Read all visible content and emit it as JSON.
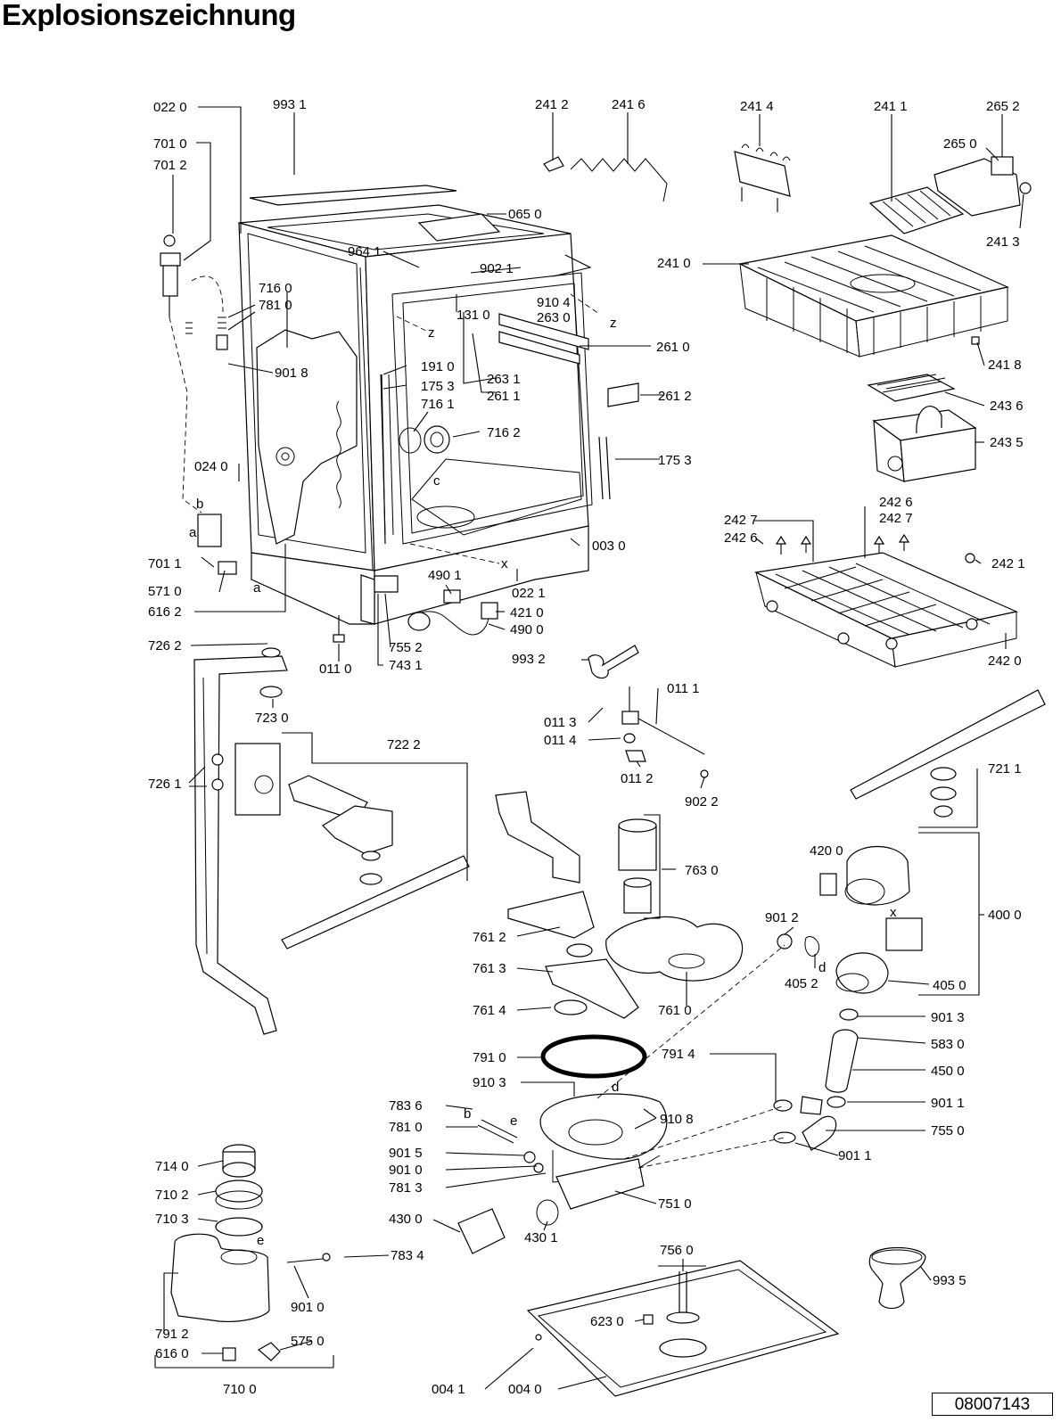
{
  "title": "Explosionszeichnung",
  "document_number": "08007143",
  "callouts": [
    {
      "id": "c1",
      "text": "022 0"
    },
    {
      "id": "c2",
      "text": "993 1"
    },
    {
      "id": "c3",
      "text": "701 0"
    },
    {
      "id": "c4",
      "text": "701 2"
    },
    {
      "id": "c5",
      "text": "065 0"
    },
    {
      "id": "c6",
      "text": "964 1"
    },
    {
      "id": "c7",
      "text": "902 1"
    },
    {
      "id": "c8",
      "text": "910 4"
    },
    {
      "id": "c9",
      "text": "716 0"
    },
    {
      "id": "c10",
      "text": "781 0"
    },
    {
      "id": "c11",
      "text": "131 0"
    },
    {
      "id": "c12",
      "text": "263 0"
    },
    {
      "id": "c13",
      "text": "901 8"
    },
    {
      "id": "c14",
      "text": "191 0"
    },
    {
      "id": "c15",
      "text": "175 3"
    },
    {
      "id": "c16",
      "text": "263 1"
    },
    {
      "id": "c17",
      "text": "261 1"
    },
    {
      "id": "c18",
      "text": "716 1"
    },
    {
      "id": "c19",
      "text": "716 2"
    },
    {
      "id": "c20",
      "text": "024 0"
    },
    {
      "id": "c21",
      "text": "b"
    },
    {
      "id": "c22",
      "text": "a"
    },
    {
      "id": "c23",
      "text": "c"
    },
    {
      "id": "c24",
      "text": "701 1"
    },
    {
      "id": "c25",
      "text": "571 0"
    },
    {
      "id": "c26",
      "text": "616 2"
    },
    {
      "id": "c27",
      "text": "490 1"
    },
    {
      "id": "c28",
      "text": "022 1"
    },
    {
      "id": "c29",
      "text": "421 0"
    },
    {
      "id": "c30",
      "text": "490 0"
    },
    {
      "id": "c31",
      "text": "755 2"
    },
    {
      "id": "c32",
      "text": "743 1"
    },
    {
      "id": "c33",
      "text": "011 0"
    },
    {
      "id": "c34",
      "text": "993 2"
    },
    {
      "id": "c35",
      "text": "003 0"
    },
    {
      "id": "c36",
      "text": "261 0"
    },
    {
      "id": "c37",
      "text": "261 2"
    },
    {
      "id": "c38",
      "text": "175 3"
    },
    {
      "id": "c39",
      "text": "241 2"
    },
    {
      "id": "c40",
      "text": "241 6"
    },
    {
      "id": "c41",
      "text": "241 4"
    },
    {
      "id": "c42",
      "text": "241 1"
    },
    {
      "id": "c43",
      "text": "265 2"
    },
    {
      "id": "c44",
      "text": "265 0"
    },
    {
      "id": "c45",
      "text": "241 3"
    },
    {
      "id": "c46",
      "text": "241 0"
    },
    {
      "id": "c47",
      "text": "241 8"
    },
    {
      "id": "c48",
      "text": "243 6"
    },
    {
      "id": "c49",
      "text": "243 5"
    },
    {
      "id": "c50",
      "text": "242 6"
    },
    {
      "id": "c51",
      "text": "242 7"
    },
    {
      "id": "c52",
      "text": "242 7"
    },
    {
      "id": "c53",
      "text": "242 6"
    },
    {
      "id": "c54",
      "text": "242 1"
    },
    {
      "id": "c55",
      "text": "242 0"
    },
    {
      "id": "c56",
      "text": "726 2"
    },
    {
      "id": "c57",
      "text": "723 0"
    },
    {
      "id": "c58",
      "text": "722 2"
    },
    {
      "id": "c59",
      "text": "726 1"
    },
    {
      "id": "c60",
      "text": "011 1"
    },
    {
      "id": "c61",
      "text": "011 3"
    },
    {
      "id": "c62",
      "text": "011 4"
    },
    {
      "id": "c63",
      "text": "011 2"
    },
    {
      "id": "c64",
      "text": "902 2"
    },
    {
      "id": "c65",
      "text": "721 1"
    },
    {
      "id": "c66",
      "text": "763 0"
    },
    {
      "id": "c67",
      "text": "420 0"
    },
    {
      "id": "c68",
      "text": "400 0"
    },
    {
      "id": "c69",
      "text": "901 2"
    },
    {
      "id": "c70",
      "text": "761 2"
    },
    {
      "id": "c71",
      "text": "761 3"
    },
    {
      "id": "c72",
      "text": "405 2"
    },
    {
      "id": "c73",
      "text": "405 0"
    },
    {
      "id": "c74",
      "text": "761 4"
    },
    {
      "id": "c75",
      "text": "761 0"
    },
    {
      "id": "c76",
      "text": "901 3"
    },
    {
      "id": "c77",
      "text": "791 0"
    },
    {
      "id": "c78",
      "text": "791 4"
    },
    {
      "id": "c79",
      "text": "583 0"
    },
    {
      "id": "c80",
      "text": "450 0"
    },
    {
      "id": "c81",
      "text": "910 3"
    },
    {
      "id": "c82",
      "text": "783 6"
    },
    {
      "id": "c83",
      "text": "781 0"
    },
    {
      "id": "c84",
      "text": "910 8"
    },
    {
      "id": "c85",
      "text": "901 1"
    },
    {
      "id": "c86",
      "text": "755 0"
    },
    {
      "id": "c87",
      "text": "901 5"
    },
    {
      "id": "c88",
      "text": "901 0"
    },
    {
      "id": "c89",
      "text": "901 1"
    },
    {
      "id": "c90",
      "text": "781 3"
    },
    {
      "id": "c91",
      "text": "751 0"
    },
    {
      "id": "c92",
      "text": "714 0"
    },
    {
      "id": "c93",
      "text": "710 2"
    },
    {
      "id": "c94",
      "text": "710 3"
    },
    {
      "id": "c95",
      "text": "430 0"
    },
    {
      "id": "c96",
      "text": "430 1"
    },
    {
      "id": "c97",
      "text": "783 4"
    },
    {
      "id": "c98",
      "text": "901 0"
    },
    {
      "id": "c99",
      "text": "791 2"
    },
    {
      "id": "c100",
      "text": "616 0"
    },
    {
      "id": "c101",
      "text": "575 0"
    },
    {
      "id": "c102",
      "text": "710 0"
    },
    {
      "id": "c103",
      "text": "756 0"
    },
    {
      "id": "c104",
      "text": "623 0"
    },
    {
      "id": "c105",
      "text": "993 5"
    },
    {
      "id": "c106",
      "text": "004 1"
    },
    {
      "id": "c107",
      "text": "004 0"
    },
    {
      "id": "c108",
      "text": "z"
    },
    {
      "id": "c109",
      "text": "z"
    },
    {
      "id": "c110",
      "text": "x"
    },
    {
      "id": "c111",
      "text": "a"
    },
    {
      "id": "c112",
      "text": "x"
    },
    {
      "id": "c113",
      "text": "d"
    },
    {
      "id": "c114",
      "text": "d"
    },
    {
      "id": "c115",
      "text": "b"
    },
    {
      "id": "c116",
      "text": "e"
    },
    {
      "id": "c117",
      "text": "e"
    }
  ]
}
